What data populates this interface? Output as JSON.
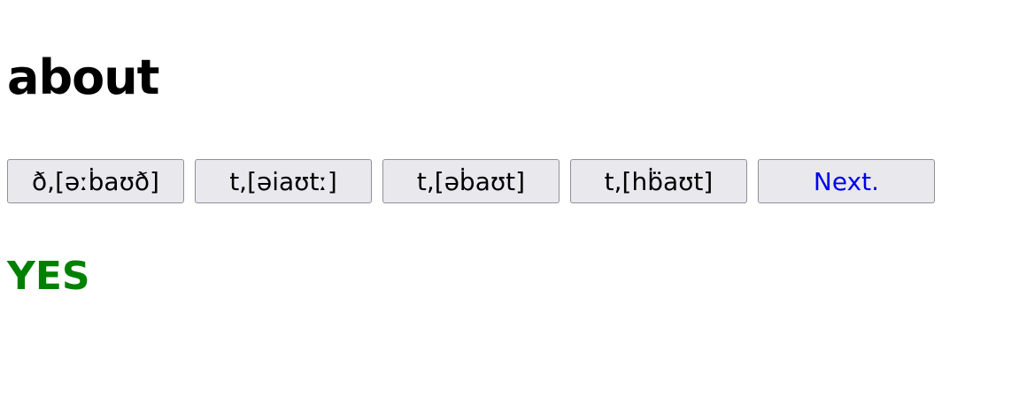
{
  "word": {
    "title": "about"
  },
  "options": [
    {
      "label": "ð,[əːḃaʊð]"
    },
    {
      "label": "t,[əi̇aʊtː]"
    },
    {
      "label": "t,[əḃaʊt]"
    },
    {
      "label": "t,[hḃ̈aʊt]"
    }
  ],
  "next_label": "Next.",
  "result": {
    "text": "YES",
    "color": "#008000"
  },
  "colors": {
    "next_link": "#0000ee",
    "button_bg": "#e9e9ed"
  }
}
